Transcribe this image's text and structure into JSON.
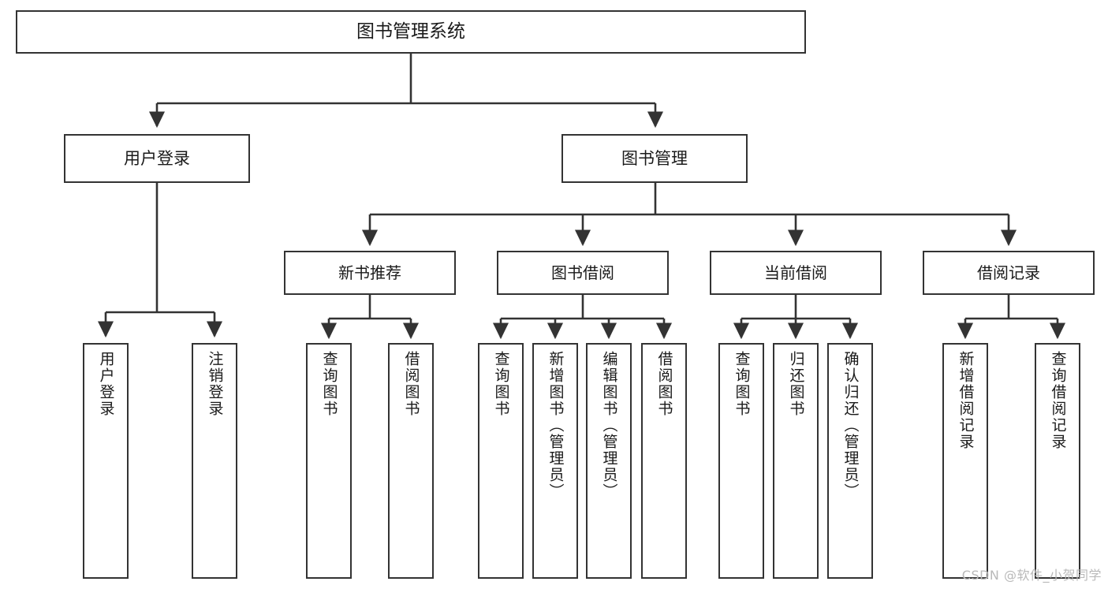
{
  "diagram": {
    "type": "tree",
    "title": "图书管理系统",
    "watermark": "CSDN @软件_小贺同学",
    "colors": {
      "stroke": "#333333",
      "fill": "#ffffff",
      "text": "#1a1a1a",
      "watermark": "#b9b9b9"
    },
    "root": {
      "id": "root",
      "label": "图书管理系统"
    },
    "level1": [
      {
        "id": "user-login",
        "label": "用户登录"
      },
      {
        "id": "book-manage",
        "label": "图书管理"
      }
    ],
    "level2": [
      {
        "id": "new-book-rec",
        "label": "新书推荐",
        "parent": "book-manage"
      },
      {
        "id": "book-borrow",
        "label": "图书借阅",
        "parent": "book-manage"
      },
      {
        "id": "current-borrow",
        "label": "当前借阅",
        "parent": "book-manage"
      },
      {
        "id": "borrow-record",
        "label": "借阅记录",
        "parent": "book-manage"
      }
    ],
    "leaves": [
      {
        "id": "leaf-user-login",
        "label": "用户登录",
        "parent": "user-login"
      },
      {
        "id": "leaf-logout",
        "label": "注销登录",
        "parent": "user-login"
      },
      {
        "id": "leaf-query-book-1",
        "label": "查询图书",
        "parent": "new-book-rec"
      },
      {
        "id": "leaf-borrow-book-1",
        "label": "借阅图书",
        "parent": "new-book-rec"
      },
      {
        "id": "leaf-query-book-2",
        "label": "查询图书",
        "parent": "book-borrow"
      },
      {
        "id": "leaf-add-book",
        "label": "新增图书（管理员）",
        "parent": "book-borrow"
      },
      {
        "id": "leaf-edit-book",
        "label": "编辑图书（管理员）",
        "parent": "book-borrow"
      },
      {
        "id": "leaf-borrow-book-2",
        "label": "借阅图书",
        "parent": "book-borrow"
      },
      {
        "id": "leaf-query-book-3",
        "label": "查询图书",
        "parent": "current-borrow"
      },
      {
        "id": "leaf-return-book",
        "label": "归还图书",
        "parent": "current-borrow"
      },
      {
        "id": "leaf-confirm-return",
        "label": "确认归还（管理员）",
        "parent": "current-borrow"
      },
      {
        "id": "leaf-add-record",
        "label": "新增借阅记录",
        "parent": "borrow-record"
      },
      {
        "id": "leaf-query-record",
        "label": "查询借阅记录",
        "parent": "borrow-record"
      }
    ]
  }
}
